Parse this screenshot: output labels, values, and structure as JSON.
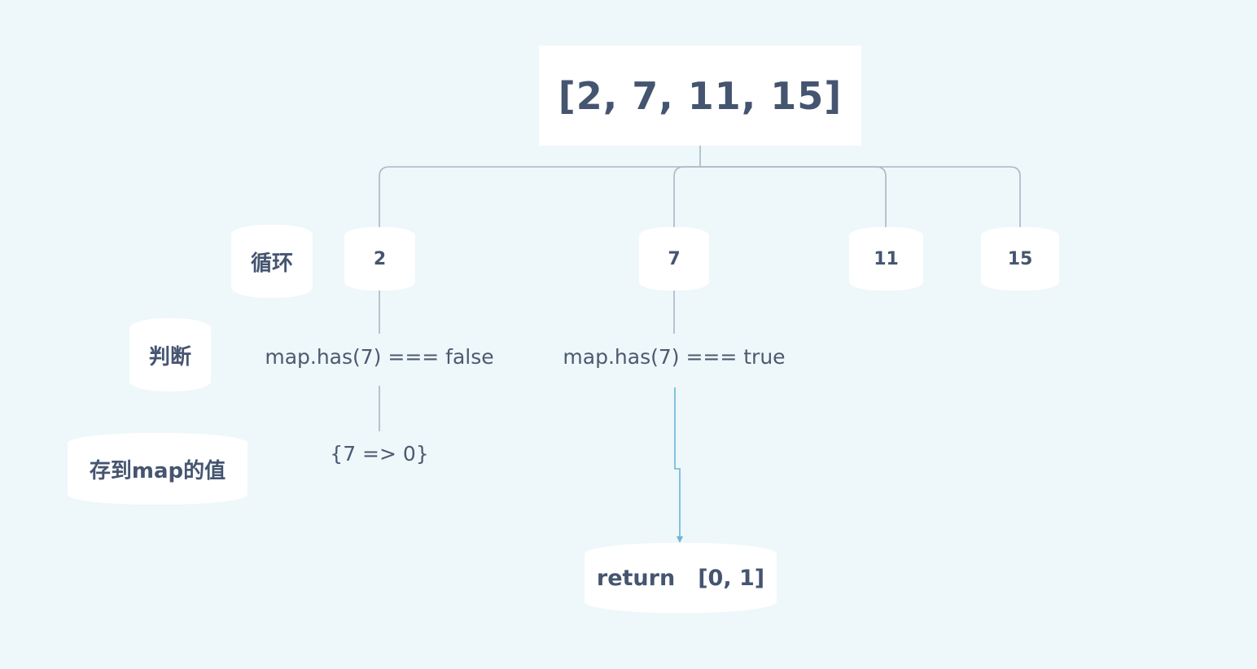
{
  "root": {
    "label": "[2,  7,  11,  15]"
  },
  "row_labels": {
    "loop": "循环",
    "judge": "判断",
    "stored": "存到map的值"
  },
  "elements": {
    "n2": "2",
    "n7": "7",
    "n11": "11",
    "n15": "15"
  },
  "conditions": {
    "cond_2": "map.has(7) === false",
    "cond_7": "map.has(7) === true"
  },
  "stored_value": "{7 => 0}",
  "result": {
    "keyword": "return",
    "value": "[0, 1]"
  },
  "colors": {
    "background": "#eef7fa",
    "connector": "#a7b8c4",
    "highlight_connector": "#6bb5d8",
    "text": "#455570"
  }
}
